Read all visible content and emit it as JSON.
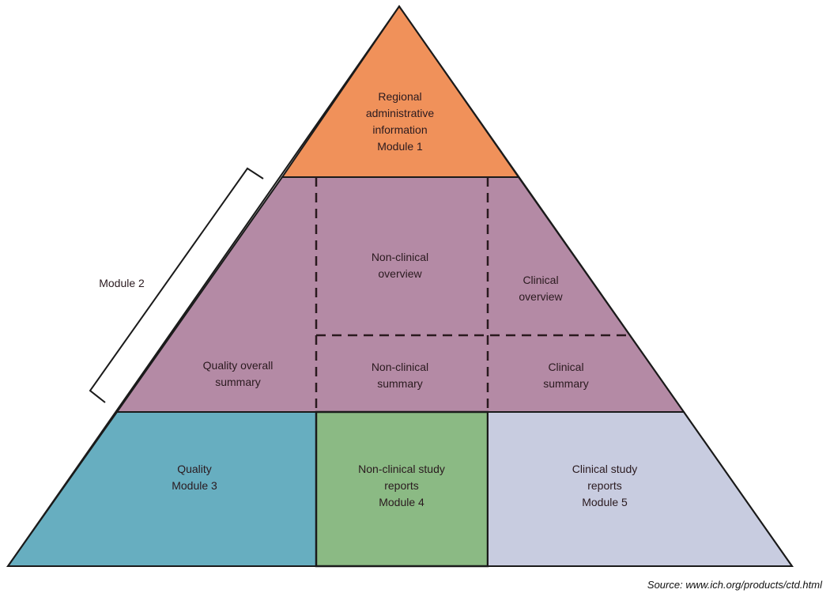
{
  "colors": {
    "module1": "#f0915a",
    "module2": "#b48aa5",
    "module3": "#67aec0",
    "module4": "#8bba84",
    "module5": "#c8cce0",
    "outline": "#1a1a1a"
  },
  "module1": {
    "lines": [
      "Regional",
      "administrative",
      "information",
      "Module 1"
    ]
  },
  "module2": {
    "bracket_label": "Module 2",
    "nonclinical_overview": [
      "Non-clinical",
      "overview"
    ],
    "clinical_overview": [
      "Clinical",
      "overview"
    ],
    "quality_overall_summary": [
      "Quality overall",
      "summary"
    ],
    "nonclinical_summary": [
      "Non-clinical",
      "summary"
    ],
    "clinical_summary": [
      "Clinical",
      "summary"
    ]
  },
  "module3": {
    "lines": [
      "Quality",
      "Module 3"
    ]
  },
  "module4": {
    "lines": [
      "Non-clinical study",
      "reports",
      "Module 4"
    ]
  },
  "module5": {
    "lines": [
      "Clinical study",
      "reports",
      "Module 5"
    ]
  },
  "source": "Source: www.ich.org/products/ctd.html"
}
